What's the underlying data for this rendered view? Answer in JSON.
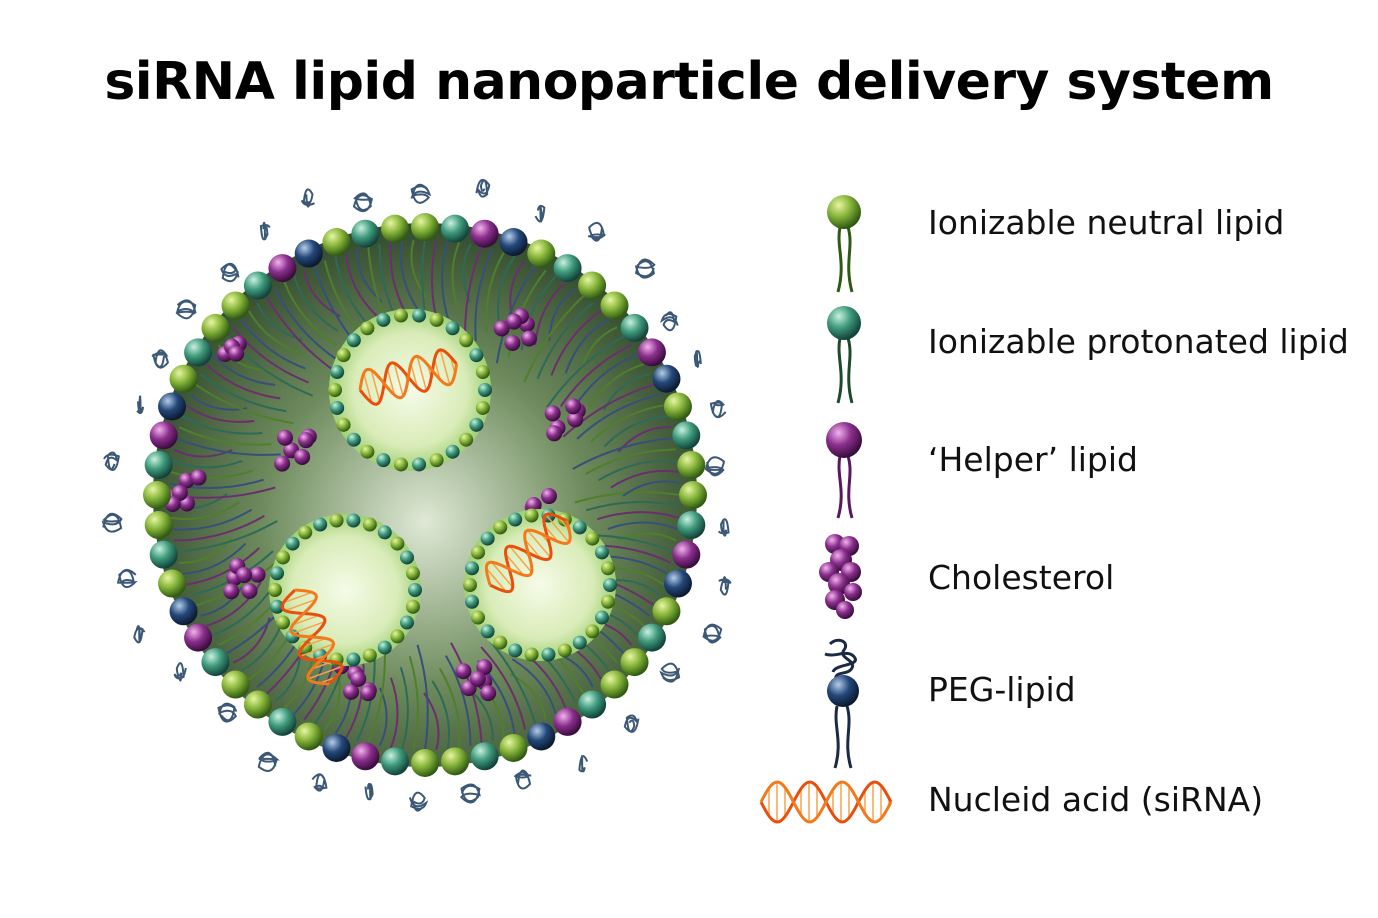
{
  "title": "siRNA lipid nanoparticle delivery system",
  "legend": [
    {
      "label": "Ionizable neutral lipid",
      "icon": "green-lipid-icon",
      "color": "#7fa536"
    },
    {
      "label": "Ionizable protonated lipid",
      "icon": "teal-lipid-icon",
      "color": "#3f9a7c"
    },
    {
      "label": "‘Helper’ lipid",
      "icon": "purple-lipid-icon",
      "color": "#8a2f8c"
    },
    {
      "label": "Cholesterol",
      "icon": "cholesterol-icon",
      "color": "#b23fb8"
    },
    {
      "label": "PEG-lipid",
      "icon": "peg-lipid-icon",
      "color": "#24487a"
    },
    {
      "label": "Nucleid acid (siRNA)",
      "icon": "dna-helix-icon",
      "color": "#f26a10"
    }
  ]
}
